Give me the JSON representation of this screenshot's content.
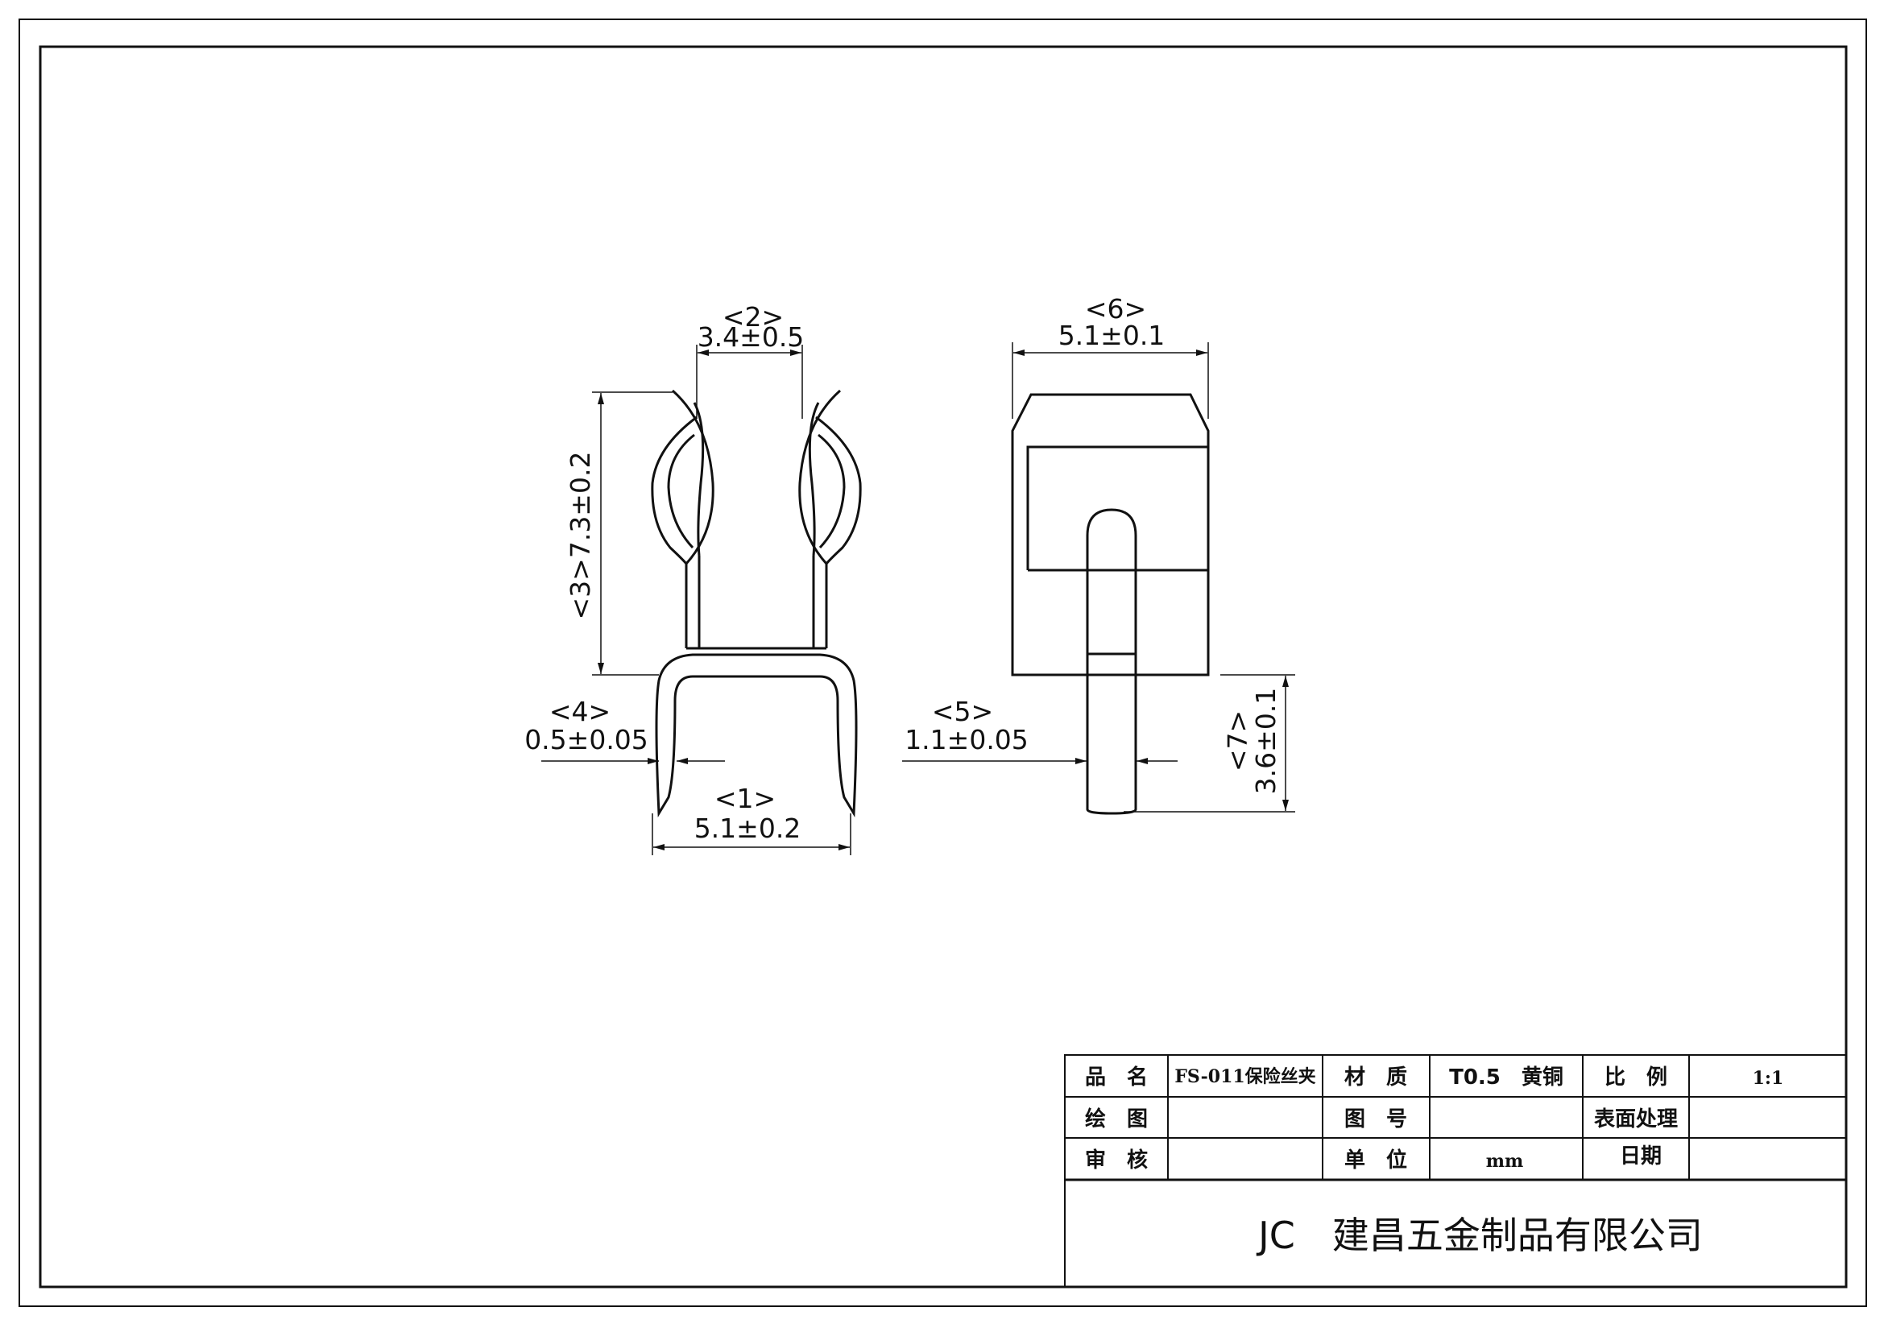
{
  "dimensions": {
    "d1": {
      "tag": "<1>",
      "value": "5.1±0.2"
    },
    "d2": {
      "tag": "<2>",
      "value": "3.4±0.5"
    },
    "d3": {
      "tag": "<3>",
      "value": "7.3±0.2"
    },
    "d4": {
      "tag": "<4>",
      "value": "0.5±0.05"
    },
    "d5": {
      "tag": "<5>",
      "value": "1.1±0.05"
    },
    "d6": {
      "tag": "<6>",
      "value": "5.1±0.1"
    },
    "d7": {
      "tag": "<7>",
      "value": "3.6±0.1"
    }
  },
  "title_block": {
    "product_name_label": "品　名",
    "product_name_value": "FS-011保险丝夹",
    "material_label": "材　质",
    "material_value": "T0.5　黄铜",
    "scale_label": "比　例",
    "scale_value": "1:1",
    "drawn_label": "绘　图",
    "drawn_value": "",
    "drawing_no_label": "图　号",
    "drawing_no_value": "",
    "surface_label": "表面处理",
    "surface_value": "",
    "review_label": "审　核",
    "review_value": "",
    "unit_label": "单　位",
    "unit_value": "mm",
    "date_label": "日期",
    "date_value": "",
    "company": "JC　建昌五金制品有限公司"
  }
}
